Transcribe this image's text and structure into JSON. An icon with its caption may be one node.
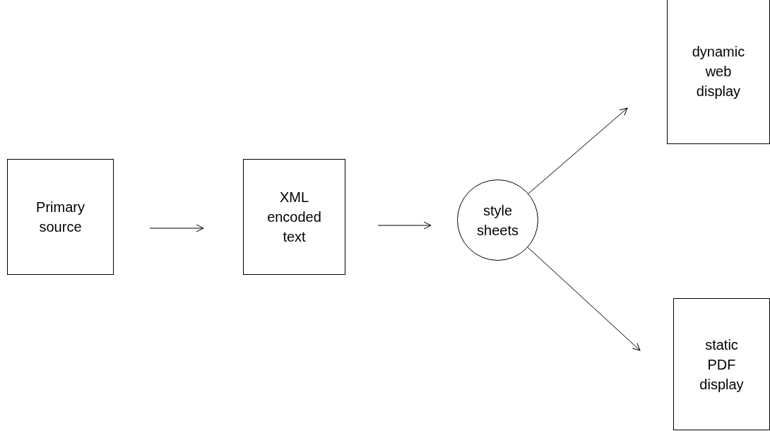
{
  "diagram": {
    "nodes": [
      {
        "text": [
          "Primary source"
        ]
      },
      {
        "text": [
          "XML encoded text"
        ]
      },
      {
        "text": [
          "style sheets"
        ]
      },
      {
        "text": [
          "dynamic web display"
        ]
      },
      {
        "text": [
          "static PDF display"
        ]
      }
    ],
    "edges": [
      {
        "from": 0,
        "to": 1,
        "arrow": "to"
      },
      {
        "from": 1,
        "to": 2,
        "arrow": "to"
      },
      {
        "from": 2,
        "to": 3,
        "arrow": "to"
      },
      {
        "from": 2,
        "to": 4,
        "arrow": "to"
      }
    ]
  }
}
